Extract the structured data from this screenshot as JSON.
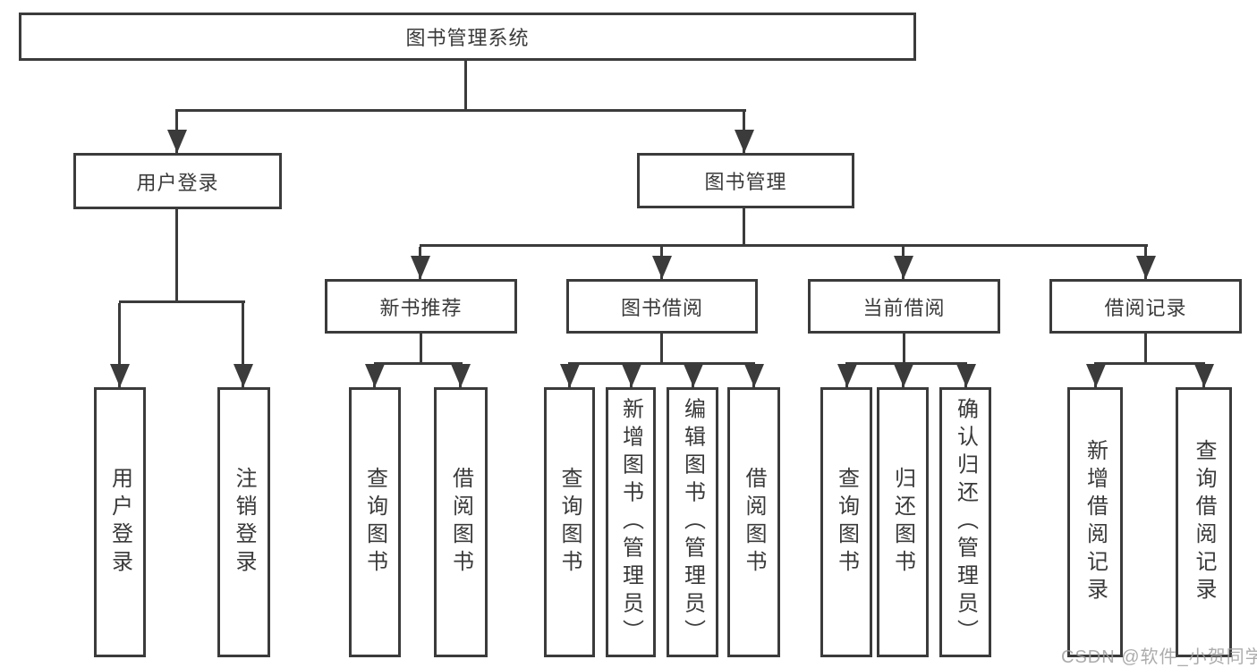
{
  "diagram": {
    "root": "图书管理系统",
    "level2": [
      "用户登录",
      "图书管理"
    ],
    "level3": [
      "新书推荐",
      "图书借阅",
      "当前借阅",
      "借阅记录"
    ],
    "leaves": {
      "user_login": [
        "用户登录",
        "注销登录"
      ],
      "new_book": [
        "查询图书",
        "借阅图书"
      ],
      "book_borrow": [
        "查询图书",
        "新增图书（管理员）",
        "编辑图书（管理员）",
        "借阅图书"
      ],
      "current_borrow": [
        "查询图书",
        "归还图书",
        "确认归还（管理员）"
      ],
      "borrow_records": [
        "新增借阅记录",
        "查询借阅记录"
      ]
    },
    "watermark": "CSDN @软件_小贺同学",
    "colors": {
      "line": "#3b3b3b",
      "text": "#3a3a3a",
      "box_background": "#ffffff",
      "watermark": "#9e9e9e",
      "page_background": "#ffffff"
    }
  }
}
